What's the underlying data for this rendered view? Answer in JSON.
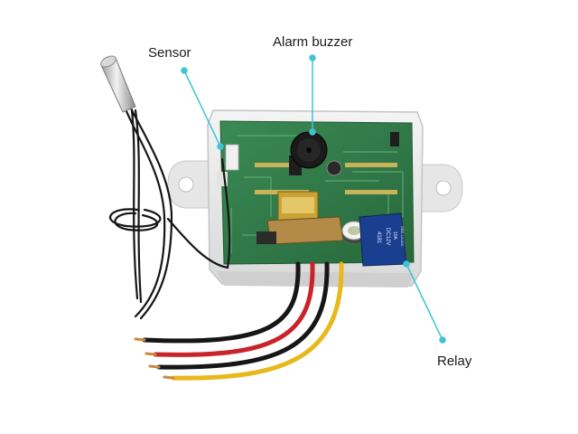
{
  "labels": {
    "sensor": "Sensor",
    "alarm_buzzer": "Alarm buzzer",
    "relay": "Relay"
  },
  "relay_marking": {
    "line1": "10A",
    "line2": "DC12V",
    "line3": "4181",
    "line4": "SRD-12VDC"
  },
  "colors": {
    "callout": "#3fc4d6",
    "pcb": "#2f7a46",
    "case": "#e9e9e9",
    "relay_body": "#1b3f8f",
    "wire_black": "#161616",
    "wire_red": "#c8242a",
    "wire_yellow": "#e8b81c"
  }
}
